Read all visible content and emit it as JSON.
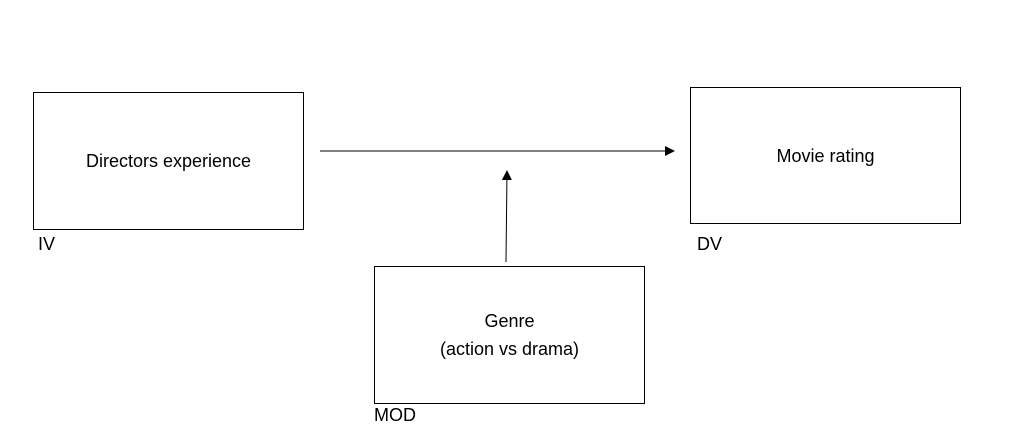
{
  "diagram": {
    "iv_box": {
      "text": "Directors experience",
      "tag": "IV"
    },
    "dv_box": {
      "text": "Movie rating",
      "tag": "DV"
    },
    "mod_box": {
      "line1": "Genre",
      "line2": "(action vs drama)",
      "tag": "MOD"
    },
    "colors": {
      "stroke": "#000000",
      "background": "#ffffff"
    }
  }
}
